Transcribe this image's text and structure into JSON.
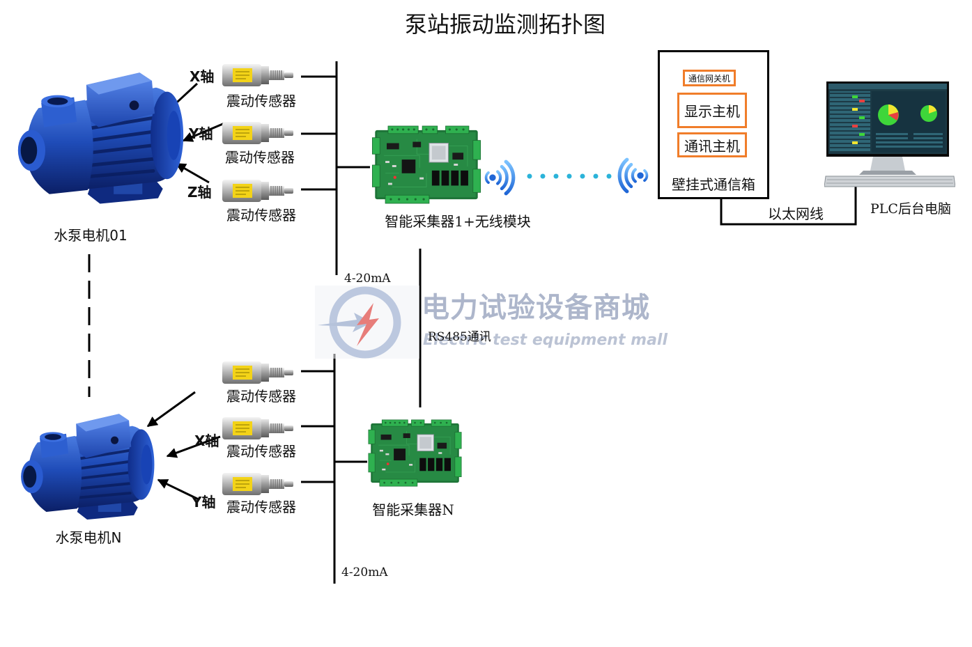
{
  "title": "泵站振动监测拓扑图",
  "pumps": [
    {
      "label": "水泵电机01",
      "icon": "water-pump-motor-icon"
    },
    {
      "label": "水泵电机N",
      "icon": "water-pump-motor-icon"
    }
  ],
  "axis_labels_pump_01": [
    "X轴",
    "Y轴",
    "Z轴"
  ],
  "axis_labels_pump_n": [
    "X轴",
    "Y轴"
  ],
  "sensors_pump_01": [
    {
      "label": "震动传感器",
      "icon": "vibration-sensor-icon"
    },
    {
      "label": "震动传感器",
      "icon": "vibration-sensor-icon"
    },
    {
      "label": "震动传感器",
      "icon": "vibration-sensor-icon"
    }
  ],
  "sensors_pump_n": [
    {
      "label": "震动传感器",
      "icon": "vibration-sensor-icon"
    },
    {
      "label": "震动传感器",
      "icon": "vibration-sensor-icon"
    },
    {
      "label": "震动传感器",
      "icon": "vibration-sensor-icon"
    }
  ],
  "collectors": [
    {
      "label": "智能采集器1+无线模块",
      "icon": "circuit-board-icon"
    },
    {
      "label": "智能采集器N",
      "icon": "circuit-board-icon"
    }
  ],
  "signal_labels": {
    "analog_upper": "4-20mA",
    "analog_lower": "4-20mA",
    "rs485": "RS485通讯",
    "ethernet": "以太网线"
  },
  "wireless": {
    "icon": "wireless-signal-icon"
  },
  "cabinet": {
    "label": "壁挂式通信箱",
    "gateway_label": "通信网关机",
    "display_host_label": "显示主机",
    "comm_host_label": "通讯主机"
  },
  "pc": {
    "label": "PLC后台电脑",
    "icon": "desktop-monitor-icon"
  },
  "watermark": {
    "text_cn": "电力试验设备商城",
    "text_en": "Electric test equipment mall",
    "icon": "lightning-logo-icon"
  },
  "colors": {
    "line": "#000000",
    "box_accent": "#f07d2a",
    "wireless_dots": "#2bb3d9",
    "pump_blue": "#1d47b0",
    "board_green": "#23803f",
    "sensor_label": "#f3d318"
  }
}
